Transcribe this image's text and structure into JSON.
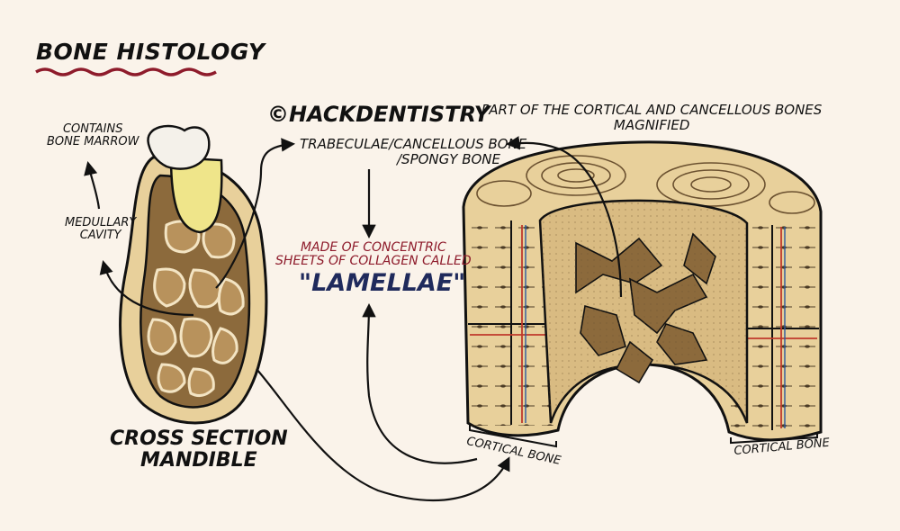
{
  "title": "BONE HISTOLOGY",
  "credit": "©HACKDENTISTRY",
  "labels": {
    "contains_bone_marrow": [
      "CONTAINS",
      "BONE MARROW"
    ],
    "medullary_cavity": [
      "MEDULLARY",
      "CAVITY"
    ],
    "trabeculae": [
      "TRABECULAE/CANCELLOUS BONE",
      "/SPONGY BONE"
    ],
    "magnified": [
      "PART OF THE CORTICAL AND CANCELLOUS BONES",
      "MAGNIFIED"
    ],
    "made_of": [
      "MADE OF CONCENTRIC",
      "SHEETS OF COLLAGEN CALLED"
    ],
    "lamellae": "\"LAMELLAE\"",
    "cross_section": [
      "CROSS SECTION",
      "MANDIBLE"
    ],
    "cortical_left": "CORTICAL BONE",
    "cortical_right": "CORTICAL BONE"
  },
  "colors": {
    "background": "#faf3ea",
    "bone": "#e8d09b",
    "spongy": "#8c6a3c",
    "marrow": "#b8925c",
    "enamel": "#f4f1ea",
    "dentin": "#efe58a",
    "lamellae_text": "#1f2a5c",
    "red_text": "#8e1b2b",
    "underline": "#8e1b2b"
  }
}
